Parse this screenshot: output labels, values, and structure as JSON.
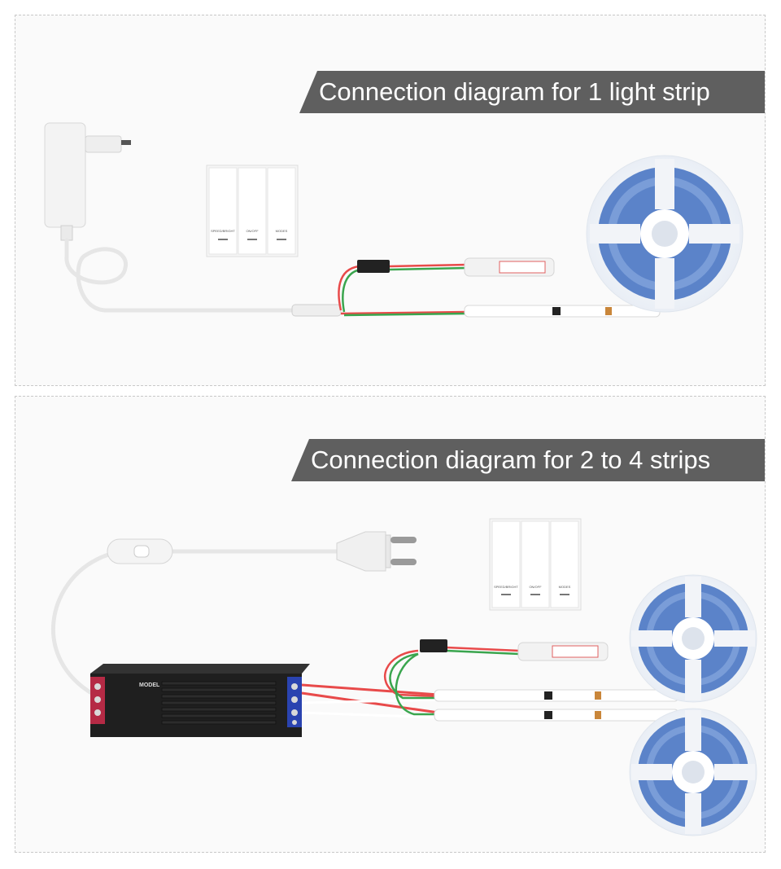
{
  "diagram_1": {
    "title": "Connection diagram for 1 light strip",
    "switch_labels": [
      "SPEED/BRIGHT",
      "ON/OFF",
      "MODES"
    ]
  },
  "diagram_2": {
    "title": "Connection diagram for 2 to 4 strips",
    "switch_labels": [
      "SPEED/BRIGHT",
      "ON/OFF",
      "MODES"
    ],
    "power_supply_label": "MODEL"
  },
  "colors": {
    "banner": "#5f5f5f",
    "banner_text": "#ffffff",
    "led_blue": "#5b83c9",
    "wire_red": "#e84a4a",
    "wire_green": "#3aa54e",
    "power_supply": "#222222",
    "terminal_red": "#b52a45",
    "terminal_blue": "#2a43b0"
  }
}
